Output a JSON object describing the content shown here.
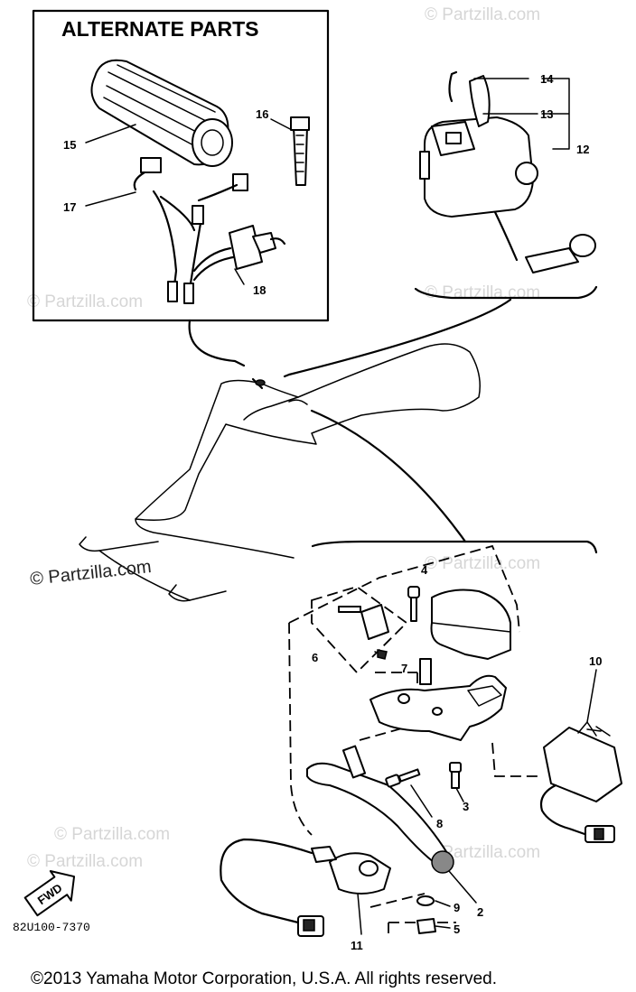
{
  "header": {
    "alternate_parts": "ALTERNATE PARTS"
  },
  "callouts": {
    "c2": "2",
    "c3": "3",
    "c4": "4",
    "c5": "5",
    "c6": "6",
    "c7": "7",
    "c8": "8",
    "c9": "9",
    "c10": "10",
    "c11": "11",
    "c12": "12",
    "c13": "13",
    "c14": "14",
    "c15": "15",
    "c16": "16",
    "c17": "17",
    "c18": "18"
  },
  "fwd_arrow": "FWD",
  "diagram_code": "82U100-7370",
  "watermarks": {
    "main": "© Partzilla.com",
    "faded": "© Partzilla.com"
  },
  "copyright": "©2013  Yamaha Motor Corporation, U.S.A. All rights reserved."
}
